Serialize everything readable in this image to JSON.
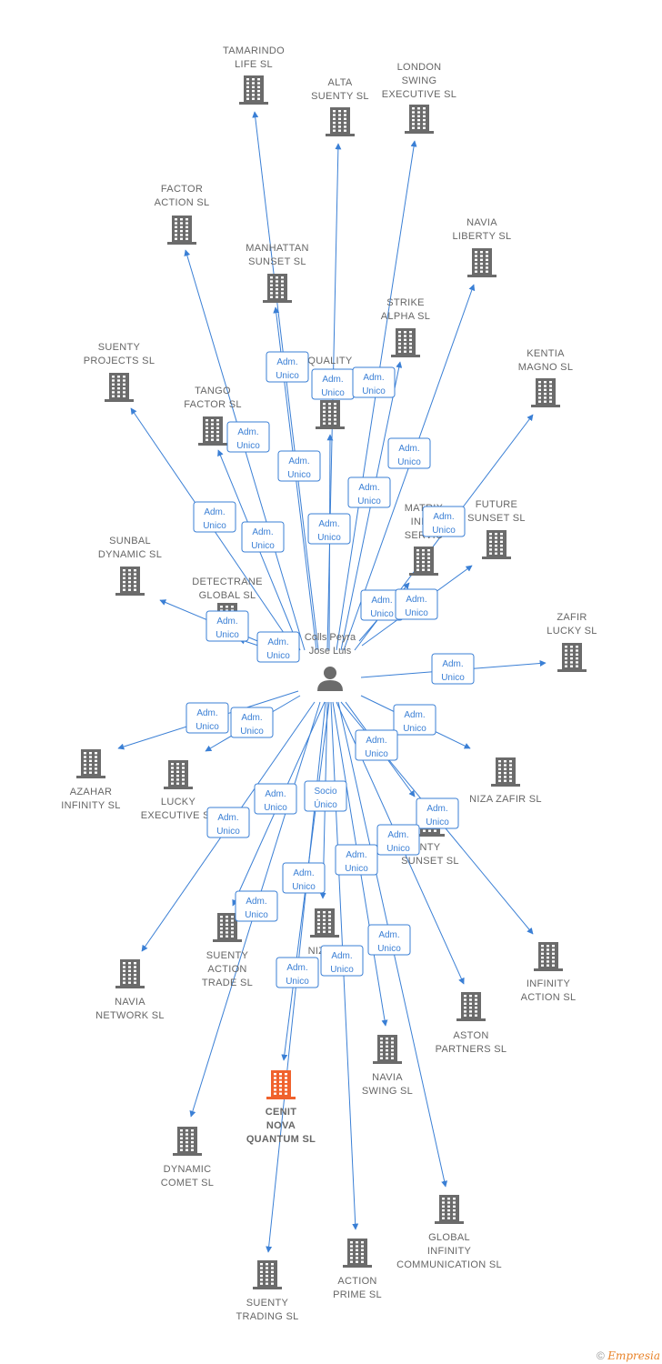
{
  "person": {
    "name_line1": "Colls Peyra",
    "name_line2": "Jose Luis"
  },
  "nodes": [
    {
      "id": "tamarindo",
      "lines": [
        "TAMARINDO",
        "LIFE SL"
      ],
      "focus": false
    },
    {
      "id": "alta",
      "lines": [
        "ALTA",
        "SUENTY SL"
      ],
      "focus": false
    },
    {
      "id": "london",
      "lines": [
        "LONDON",
        "SWING",
        "EXECUTIVE SL"
      ],
      "focus": false
    },
    {
      "id": "factor",
      "lines": [
        "FACTOR",
        "ACTION SL"
      ],
      "focus": false
    },
    {
      "id": "navia_lib",
      "lines": [
        "NAVIA",
        "LIBERTY SL"
      ],
      "focus": false
    },
    {
      "id": "manhattan",
      "lines": [
        "MANHATTAN",
        "SUNSET SL"
      ],
      "focus": false
    },
    {
      "id": "strike",
      "lines": [
        "STRIKE",
        "ALPHA SL"
      ],
      "focus": false
    },
    {
      "id": "suenty_proj",
      "lines": [
        "SUENTY",
        "PROJECTS SL"
      ],
      "focus": false
    },
    {
      "id": "quality",
      "lines": [
        "QUALITY"
      ],
      "focus": false
    },
    {
      "id": "kentia",
      "lines": [
        "KENTIA",
        "MAGNO SL"
      ],
      "focus": false
    },
    {
      "id": "tango",
      "lines": [
        "TANGO",
        "FACTOR SL"
      ],
      "focus": false
    },
    {
      "id": "matrix",
      "lines": [
        "MATRIX",
        "INNO",
        "SERVIC"
      ],
      "focus": false
    },
    {
      "id": "future",
      "lines": [
        "FUTURE",
        "SUNSET SL"
      ],
      "focus": false
    },
    {
      "id": "sunbal",
      "lines": [
        "SUNBAL",
        "DYNAMIC SL"
      ],
      "focus": false
    },
    {
      "id": "detectrane",
      "lines": [
        "DETECTRANE",
        "GLOBAL SL"
      ],
      "focus": false
    },
    {
      "id": "zafir",
      "lines": [
        "ZAFIR",
        "LUCKY SL"
      ],
      "focus": false
    },
    {
      "id": "azahar",
      "lines": [
        "AZAHAR",
        "INFINITY SL"
      ],
      "focus": false
    },
    {
      "id": "lucky",
      "lines": [
        "LUCKY",
        "EXECUTIVE SL"
      ],
      "focus": false
    },
    {
      "id": "niza_zafir",
      "lines": [
        "NIZA ZAFIR SL"
      ],
      "focus": false
    },
    {
      "id": "suenty_sunset",
      "lines": [
        "NTY",
        "SUNSET SL"
      ],
      "focus": false
    },
    {
      "id": "infinity_action",
      "lines": [
        "INFINITY",
        "ACTION SL"
      ],
      "focus": false
    },
    {
      "id": "suenty_action",
      "lines": [
        "SUENTY",
        "ACTION",
        "TRADE SL"
      ],
      "focus": false
    },
    {
      "id": "niza",
      "lines": [
        "NIZA S"
      ],
      "focus": false
    },
    {
      "id": "navia_net",
      "lines": [
        "NAVIA",
        "NETWORK SL"
      ],
      "focus": false
    },
    {
      "id": "aston",
      "lines": [
        "ASTON",
        "PARTNERS SL"
      ],
      "focus": false
    },
    {
      "id": "cenit",
      "lines": [
        "CENIT",
        "NOVA",
        "QUANTUM SL"
      ],
      "focus": true
    },
    {
      "id": "navia_swing",
      "lines": [
        "NAVIA",
        "SWING SL"
      ],
      "focus": false
    },
    {
      "id": "dynamic",
      "lines": [
        "DYNAMIC",
        "COMET SL"
      ],
      "focus": false
    },
    {
      "id": "global_inf",
      "lines": [
        "GLOBAL",
        "INFINITY",
        "COMMUNICATION SL"
      ],
      "focus": false
    },
    {
      "id": "action_prime",
      "lines": [
        "ACTION",
        "PRIME SL"
      ],
      "focus": false
    },
    {
      "id": "suenty_trading",
      "lines": [
        "SUENTY",
        "TRADING SL"
      ],
      "focus": false
    }
  ],
  "edges": [
    {
      "to": "tamarindo",
      "role": [
        "Adm.",
        "Unico"
      ]
    },
    {
      "to": "alta",
      "role": [
        "Adm.",
        "Unico"
      ]
    },
    {
      "to": "london",
      "role": [
        "Adm.",
        "Unico"
      ]
    },
    {
      "to": "factor",
      "role": [
        "Adm.",
        "Unico"
      ]
    },
    {
      "to": "navia_lib",
      "role": [
        "Adm.",
        "Unico"
      ]
    },
    {
      "to": "manhattan",
      "role": [
        "Adm.",
        "Unico"
      ]
    },
    {
      "to": "strike",
      "role": [
        "Adm.",
        "Unico"
      ]
    },
    {
      "to": "suenty_proj",
      "role": [
        "Adm.",
        "Unico"
      ]
    },
    {
      "to": "quality",
      "role": [
        "Adm.",
        "Unico"
      ]
    },
    {
      "to": "kentia",
      "role": [
        "Adm.",
        "Unico"
      ]
    },
    {
      "to": "tango",
      "role": [
        "Adm.",
        "Unico"
      ]
    },
    {
      "to": "matrix",
      "role": [
        "Adm.",
        "Unico"
      ]
    },
    {
      "to": "future",
      "role": [
        "Adm.",
        "Unico"
      ]
    },
    {
      "to": "sunbal",
      "role": [
        "Adm.",
        "Unico"
      ]
    },
    {
      "to": "detectrane",
      "role": [
        "Adm.",
        "Unico"
      ]
    },
    {
      "to": "zafir",
      "role": [
        "Adm.",
        "Unico"
      ]
    },
    {
      "to": "azahar",
      "role": [
        "Adm.",
        "Unico"
      ]
    },
    {
      "to": "lucky",
      "role": [
        "Adm.",
        "Unico"
      ]
    },
    {
      "to": "niza_zafir",
      "role": [
        "Adm.",
        "Unico"
      ]
    },
    {
      "to": "suenty_sunset",
      "role": [
        "Adm.",
        "Unico"
      ]
    },
    {
      "to": "infinity_action",
      "role": [
        "Adm.",
        "Unico"
      ]
    },
    {
      "to": "suenty_action",
      "role": [
        "Adm.",
        "Unico"
      ]
    },
    {
      "to": "niza",
      "role": [
        "Adm.",
        "Unico"
      ]
    },
    {
      "to": "navia_net",
      "role": [
        "Adm.",
        "Unico"
      ]
    },
    {
      "to": "aston",
      "role": [
        "Adm.",
        "Unico"
      ]
    },
    {
      "to": "cenit",
      "role": [
        "Socio",
        "Único"
      ]
    },
    {
      "to": "navia_swing",
      "role": [
        "Adm.",
        "Unico"
      ]
    },
    {
      "to": "dynamic",
      "role": [
        "Adm.",
        "Unico"
      ]
    },
    {
      "to": "global_inf",
      "role": [
        "Adm.",
        "Unico"
      ]
    },
    {
      "to": "action_prime",
      "role": [
        "Adm.",
        "Unico"
      ]
    },
    {
      "to": "suenty_trading",
      "role": [
        "Adm.",
        "Unico"
      ]
    }
  ],
  "colors": {
    "edge": "#3a7fd5",
    "building": "#6b6b6b",
    "focus_building": "#f0622d",
    "person": "#6b6b6b"
  },
  "footer": {
    "copyright": "©",
    "brand": "Empresia"
  }
}
